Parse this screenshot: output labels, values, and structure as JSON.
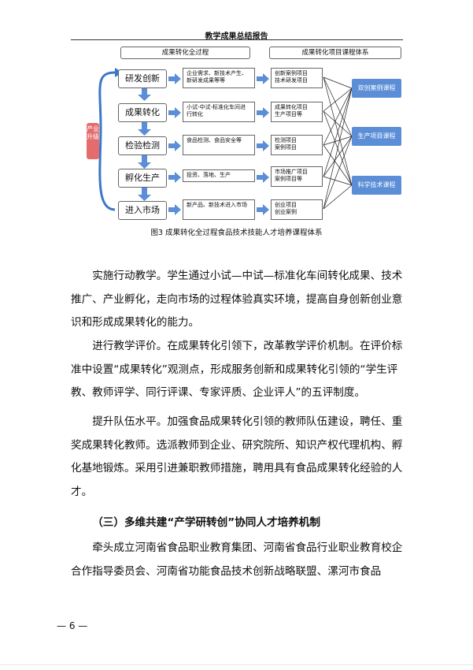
{
  "header": {
    "title": "教学成果总结报告"
  },
  "figure": {
    "left_title": "成果转化全过程",
    "right_title": "成果转化项目课程体系",
    "upgrade_label": "产业升级",
    "stages": [
      {
        "name": "研发创新",
        "desc": "企业需求、新技术产生、新研发成果等等",
        "project": "创新案例项目\n技术研发项目"
      },
      {
        "name": "成果转化",
        "desc": "小试-中试-标准化车间进行转化",
        "project": "成果转化项目\n生产项目等"
      },
      {
        "name": "检验检测",
        "desc": "食品检测、食品安全等",
        "project": "检测项目\n案例项目"
      },
      {
        "name": "孵化生产",
        "desc": "投资、落地、生产",
        "project": "市场推广项目\n案例项目等"
      },
      {
        "name": "进入市场",
        "desc": "新产品、新技术进入市场",
        "project": "创业项目\n创业案例"
      }
    ],
    "courses": [
      "双创案例课程",
      "生产项目课程",
      "科学技术课程"
    ],
    "colors": {
      "stage_arrow": "#5b8ed6",
      "course": "#5b8ed6",
      "upgrade": "#e46c6c"
    }
  },
  "caption": "图3 成果转化全过程食品技术技能人才培养课程体系",
  "paragraphs": [
    "实施行动教学。学生通过小试—中试—标准化车间转化成果、技术推广、产业孵化，走向市场的过程体验真实环境，提高自身创新创业意识和形成成果转化的能力。",
    "进行教学评价。在成果转化引领下，改革教学评价机制。在评价标准中设置“成果转化”观测点，形成服务创新和成果转化引领的“学生评教、教师评学、同行评课、专家评质、企业评人”的五评制度。",
    "提升队伍水平。加强食品成果转化引领的教师队伍建设，聘任、重奖成果转化教师。选派教师到企业、研究院所、知识产权代理机构、孵化基地锻炼。采用引进兼职教师措施，聘用具有食品成果转化经验的人才。"
  ],
  "section_heading": "（三）多维共建“产学研转创”协同人才培养机制",
  "last_paragraph": "牵头成立河南省食品职业教育集团、河南省食品行业职业教育校企合作指导委员会、河南省功能食品技术创新战略联盟、漯河市食品",
  "page_number": "— 6 —"
}
